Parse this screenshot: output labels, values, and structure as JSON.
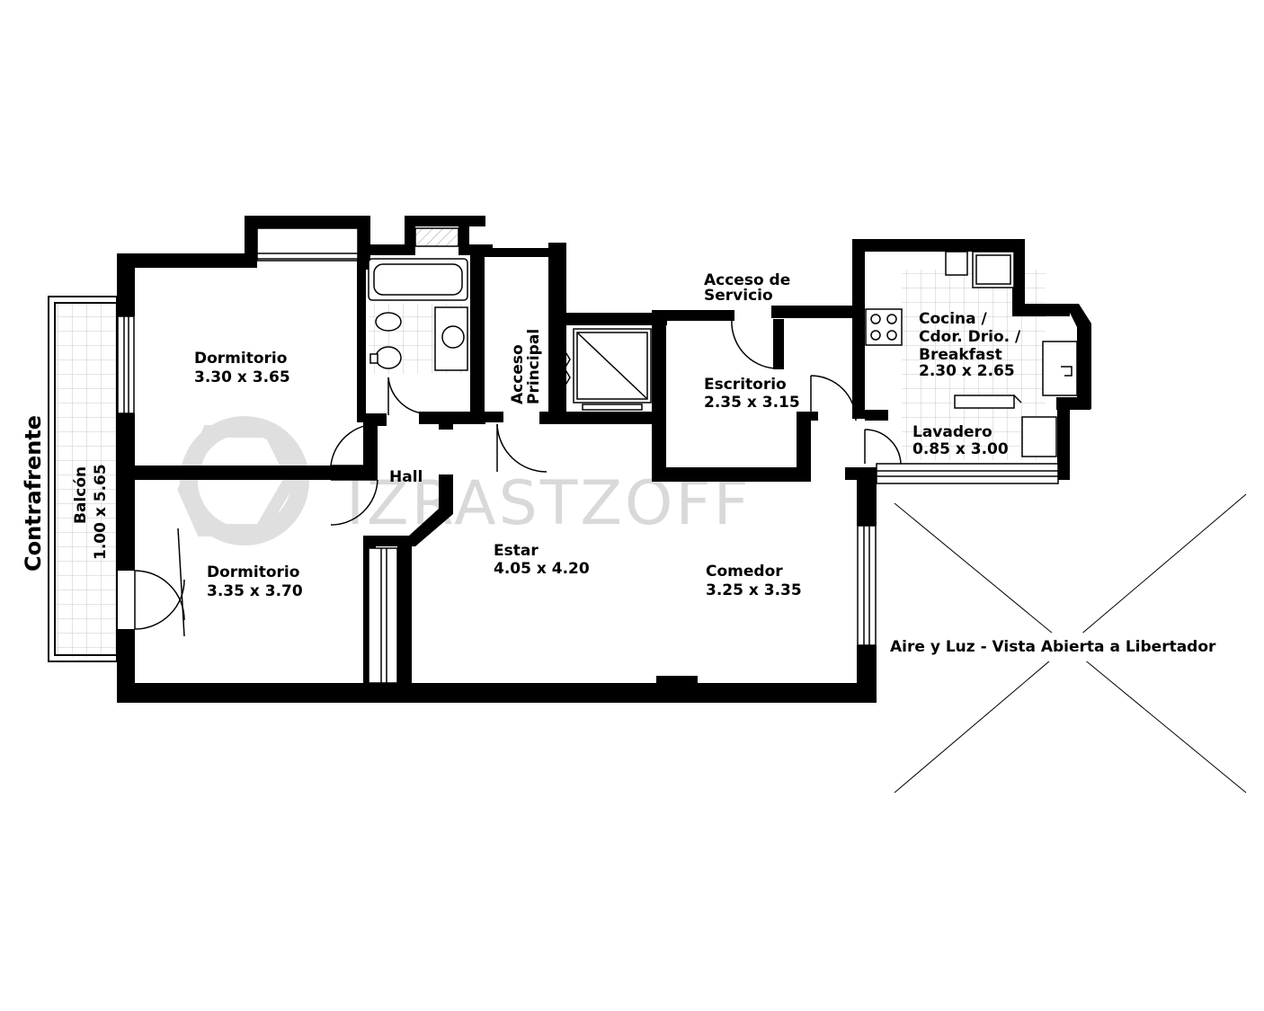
{
  "watermark": "IZRASTZOFF",
  "orientation": {
    "left": "Contrafrente",
    "right": "Aire y Luz - Vista Abierta a Libertador"
  },
  "rooms": {
    "dormitorio_1": {
      "name": "Dormitorio",
      "size": "3.30 x 3.65"
    },
    "dormitorio_2": {
      "name": "Dormitorio",
      "size": "3.35 x 3.70"
    },
    "balcon": {
      "name": "Balcón",
      "size": "1.00 x 5.65"
    },
    "hall": {
      "name": "Hall"
    },
    "acceso_principal": {
      "line1": "Acceso",
      "line2": "Principal"
    },
    "acceso_servicio": {
      "line1": "Acceso de",
      "line2": "Servicio"
    },
    "escritorio": {
      "name": "Escritorio",
      "size": "2.35 x 3.15"
    },
    "cocina": {
      "line1": "Cocina /",
      "line2": "Cdor. Drio. /",
      "line3": "Breakfast",
      "size": "2.30 x 2.65"
    },
    "lavadero": {
      "name": "Lavadero",
      "size": "0.85 x 3.00"
    },
    "estar": {
      "name": "Estar",
      "size": "4.05 x 4.20"
    },
    "comedor": {
      "name": "Comedor",
      "size": "3.25 x 3.35"
    }
  }
}
